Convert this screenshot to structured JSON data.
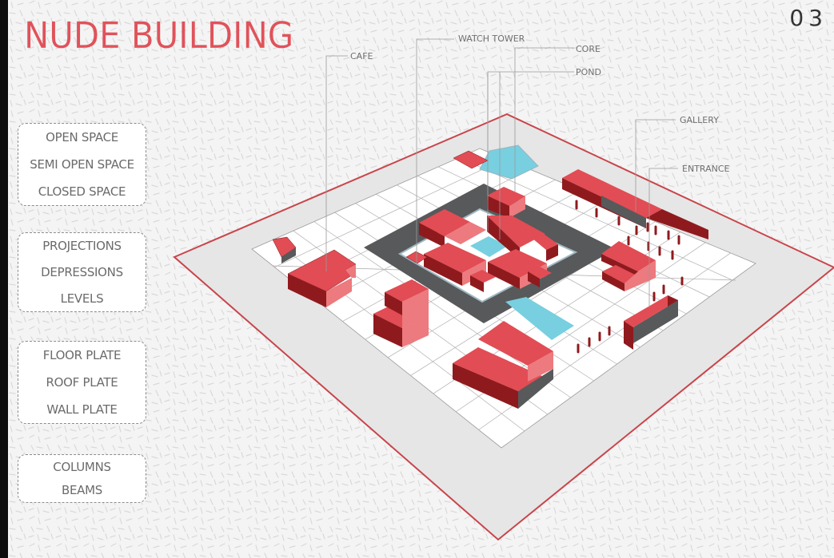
{
  "page": {
    "title": "NUDE BUILDING",
    "page_number": "03"
  },
  "legend_groups": [
    {
      "items": [
        "OPEN SPACE",
        "SEMI OPEN SPACE",
        "CLOSED SPACE"
      ]
    },
    {
      "items": [
        "PROJECTIONS",
        "DEPRESSIONS",
        "LEVELS"
      ]
    },
    {
      "items": [
        "FLOOR PLATE",
        "ROOF PLATE",
        "WALL PLATE"
      ]
    },
    {
      "items": [
        "COLUMNS",
        "BEAMS"
      ]
    }
  ],
  "callouts": {
    "cafe": "CAFE",
    "watch_tower": "WATCH TOWER",
    "core": "CORE",
    "pond": "POND",
    "gallery": "GALLERY",
    "entrance": "ENTRANCE"
  },
  "colors": {
    "accent_red": "#e0525a",
    "block_top": "#e24c54",
    "block_left": "#8f1a1e",
    "block_right": "#ec7a7e",
    "water": "#78cfe0",
    "dark_path": "#58595b",
    "plinth": "#e6e6e6",
    "grid_floor": "#ffffff"
  }
}
